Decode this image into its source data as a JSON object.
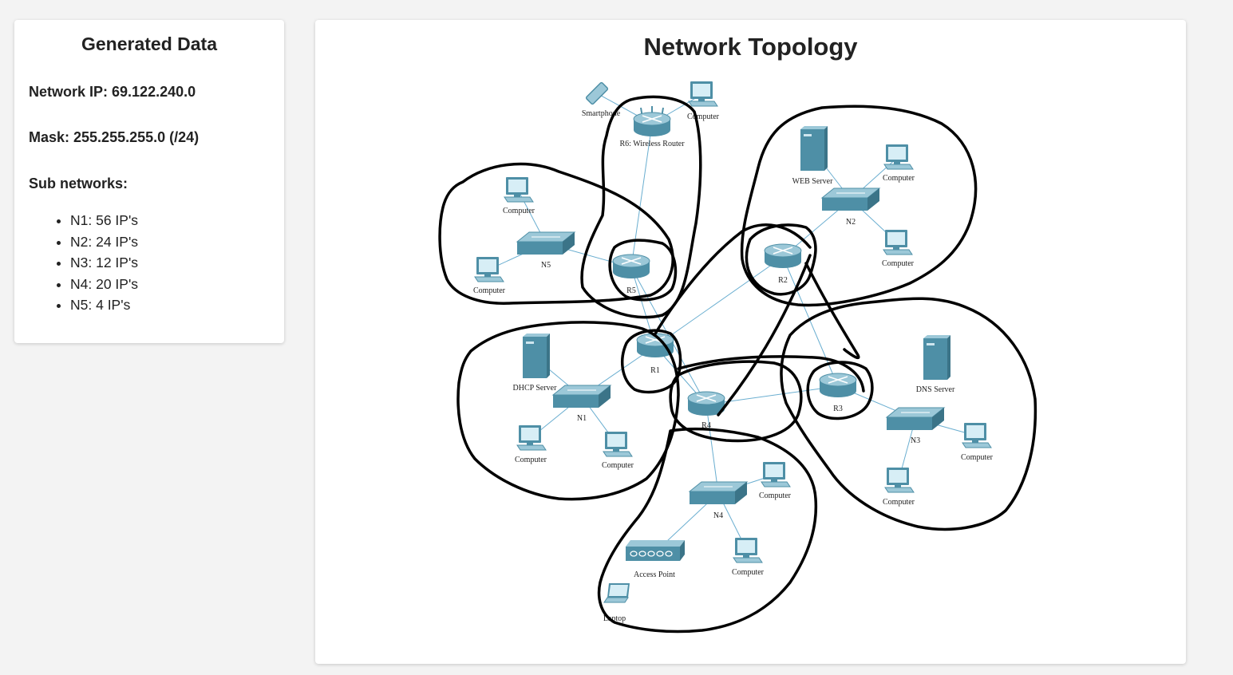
{
  "generated": {
    "title": "Generated Data",
    "network_ip": "Network IP: 69.122.240.0",
    "mask": "Mask: 255.255.255.0 (/24)",
    "subnets_heading": "Sub networks:",
    "subnets": [
      "N1: 56 IP's",
      "N2: 24 IP's",
      "N3: 12 IP's",
      "N4: 20 IP's",
      "N5: 4 IP's"
    ]
  },
  "topology": {
    "title": "Network Topology",
    "labels": {
      "smartphone": "Smartphone",
      "r6": "R6: Wireless Router",
      "top_pc": "Computer",
      "n5_pc_top": "Computer",
      "n5_pc_bottom": "Computer",
      "n5": "N5",
      "r5": "R5",
      "web_server": "WEB Server",
      "n2_pc_top": "Computer",
      "n2": "N2",
      "n2_pc_bottom": "Computer",
      "r2": "R2",
      "dhcp_server": "DHCP Server",
      "r1": "R1",
      "n1": "N1",
      "n1_pc_left": "Computer",
      "n1_pc_right": "Computer",
      "r4": "R4",
      "r3": "R3",
      "dns_server": "DNS Server",
      "n3": "N3",
      "n3_pc_right": "Computer",
      "n3_pc_bottom": "Computer",
      "n4": "N4",
      "n4_pc_top": "Computer",
      "n4_pc_bottom": "Computer",
      "access_point": "Access Point",
      "laptop": "Laptop"
    }
  },
  "colors": {
    "device": "#4e8fa6",
    "device_light": "#9cc8d8",
    "link": "#6aaed0",
    "ink": "#000000"
  }
}
